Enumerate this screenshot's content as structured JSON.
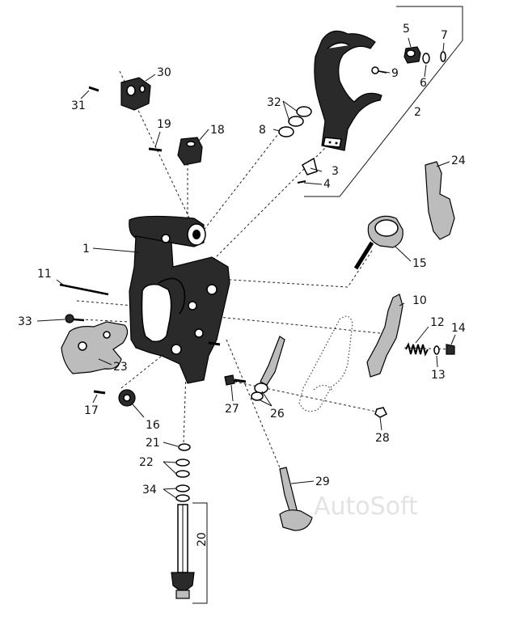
{
  "watermark": "AutoSoft",
  "parts": [
    {
      "id": "p1",
      "label": "1"
    },
    {
      "id": "p2",
      "label": "2"
    },
    {
      "id": "p3",
      "label": "3"
    },
    {
      "id": "p4",
      "label": "4"
    },
    {
      "id": "p5",
      "label": "5"
    },
    {
      "id": "p6",
      "label": "6"
    },
    {
      "id": "p7",
      "label": "7"
    },
    {
      "id": "p8",
      "label": "8"
    },
    {
      "id": "p9",
      "label": "9"
    },
    {
      "id": "p10",
      "label": "10"
    },
    {
      "id": "p11",
      "label": "11"
    },
    {
      "id": "p12",
      "label": "12"
    },
    {
      "id": "p13",
      "label": "13"
    },
    {
      "id": "p14",
      "label": "14"
    },
    {
      "id": "p15",
      "label": "15"
    },
    {
      "id": "p16",
      "label": "16"
    },
    {
      "id": "p17",
      "label": "17"
    },
    {
      "id": "p18",
      "label": "18"
    },
    {
      "id": "p19",
      "label": "19"
    },
    {
      "id": "p20",
      "label": "20"
    },
    {
      "id": "p21",
      "label": "21"
    },
    {
      "id": "p22",
      "label": "22"
    },
    {
      "id": "p23",
      "label": "23"
    },
    {
      "id": "p24",
      "label": "24"
    },
    {
      "id": "p26",
      "label": "26"
    },
    {
      "id": "p27",
      "label": "27"
    },
    {
      "id": "p28",
      "label": "28"
    },
    {
      "id": "p29",
      "label": "29"
    },
    {
      "id": "p30",
      "label": "30"
    },
    {
      "id": "p31",
      "label": "31"
    },
    {
      "id": "p32",
      "label": "32"
    },
    {
      "id": "p33",
      "label": "33"
    },
    {
      "id": "p34",
      "label": "34"
    }
  ]
}
